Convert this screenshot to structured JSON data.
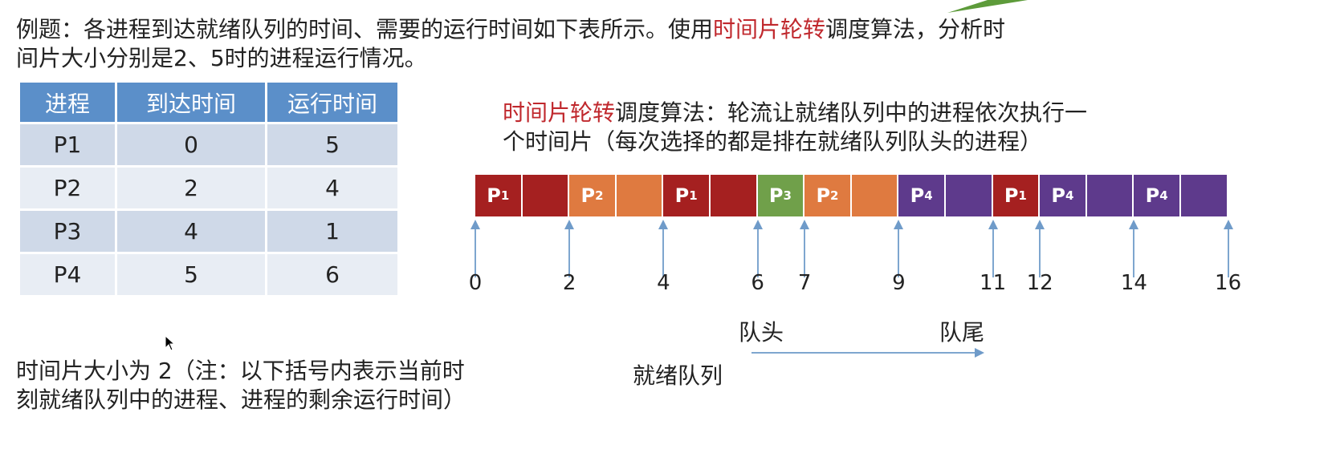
{
  "intro": {
    "line1_a": "例题：各进程到达就绪队列的时间、需要的运行时间如下表所示。使用",
    "line1_red": "时间片轮转",
    "line1_b": "调度算法，分析时",
    "line2": "间片大小分别是2、5时的进程运行情况。"
  },
  "table": {
    "headers": [
      "进程",
      "到达时间",
      "运行时间"
    ],
    "rows": [
      [
        "P1",
        "0",
        "5"
      ],
      [
        "P2",
        "2",
        "4"
      ],
      [
        "P3",
        "4",
        "1"
      ],
      [
        "P4",
        "5",
        "6"
      ]
    ]
  },
  "definition": {
    "red": "时间片轮转",
    "line1": "调度算法：轮流让就绪队列中的进程依次执行一",
    "line2": "个时间片（每次选择的都是排在就绪队列队头的进程）"
  },
  "colors": {
    "P1": "#a52020",
    "P2": "#df7a40",
    "P3": "#70a04a",
    "P4": "#5e3a8c",
    "accent_red": "#c0282d",
    "table_header": "#5b8fc9"
  },
  "timeline": {
    "segments": [
      {
        "p": "P1",
        "label": "1"
      },
      {
        "p": "P1",
        "label": ""
      },
      {
        "p": "P2",
        "label": "2"
      },
      {
        "p": "P2",
        "label": ""
      },
      {
        "p": "P1",
        "label": "1"
      },
      {
        "p": "P1",
        "label": ""
      },
      {
        "p": "P3",
        "label": "3"
      },
      {
        "p": "P2",
        "label": "2"
      },
      {
        "p": "P2",
        "label": ""
      },
      {
        "p": "P4",
        "label": "4"
      },
      {
        "p": "P4",
        "label": ""
      },
      {
        "p": "P1",
        "label": "1"
      },
      {
        "p": "P4",
        "label": "4"
      },
      {
        "p": "P4",
        "label": ""
      },
      {
        "p": "P4",
        "label": "4"
      },
      {
        "p": "P4",
        "label": ""
      }
    ],
    "ticks": [
      "0",
      "2",
      "4",
      "6",
      "7",
      "9",
      "11",
      "12",
      "14",
      "16"
    ]
  },
  "queue": {
    "head": "队头",
    "tail": "队尾",
    "label": "就绪队列"
  },
  "note": {
    "line1": "时间片大小为 2（注：以下括号内表示当前时",
    "line2": "刻就绪队列中的进程、进程的剩余运行时间）"
  }
}
